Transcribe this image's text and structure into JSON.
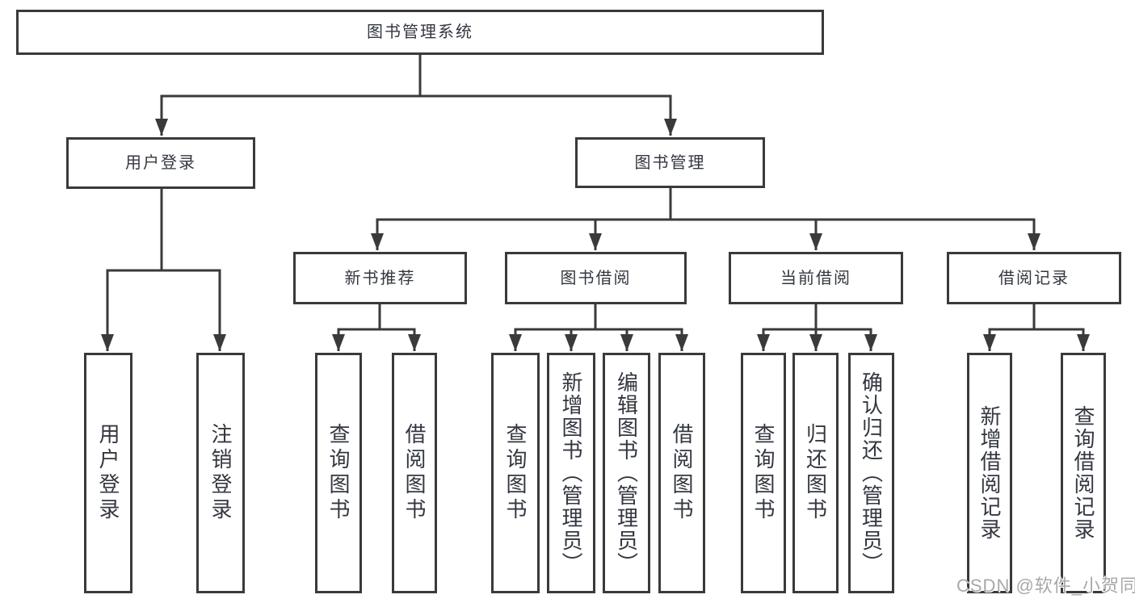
{
  "diagram": {
    "root": {
      "label": "图书管理系统"
    },
    "level1": [
      {
        "label": "用户登录"
      },
      {
        "label": "图书管理"
      }
    ],
    "level2": [
      {
        "label": "新书推荐"
      },
      {
        "label": "图书借阅"
      },
      {
        "label": "当前借阅"
      },
      {
        "label": "借阅记录"
      }
    ],
    "leaves": {
      "user_login": [
        "用户登录",
        "注销登录"
      ],
      "new_books": [
        "查询图书",
        "借阅图书"
      ],
      "book_borrow": [
        "查询图书",
        "新增图书（管理员）",
        "编辑图书（管理员）",
        "借阅图书"
      ],
      "current_borrow": [
        "查询图书",
        "归还图书",
        "确认归还（管理员）"
      ],
      "borrow_records": [
        "新增借阅记录",
        "查询借阅记录"
      ]
    }
  },
  "watermark": {
    "text": "CSDN @软件_小贺同学"
  },
  "colors": {
    "line": "#3a3a3a",
    "text": "#333740",
    "watermark": "#a8a8a8",
    "background": "#ffffff"
  }
}
